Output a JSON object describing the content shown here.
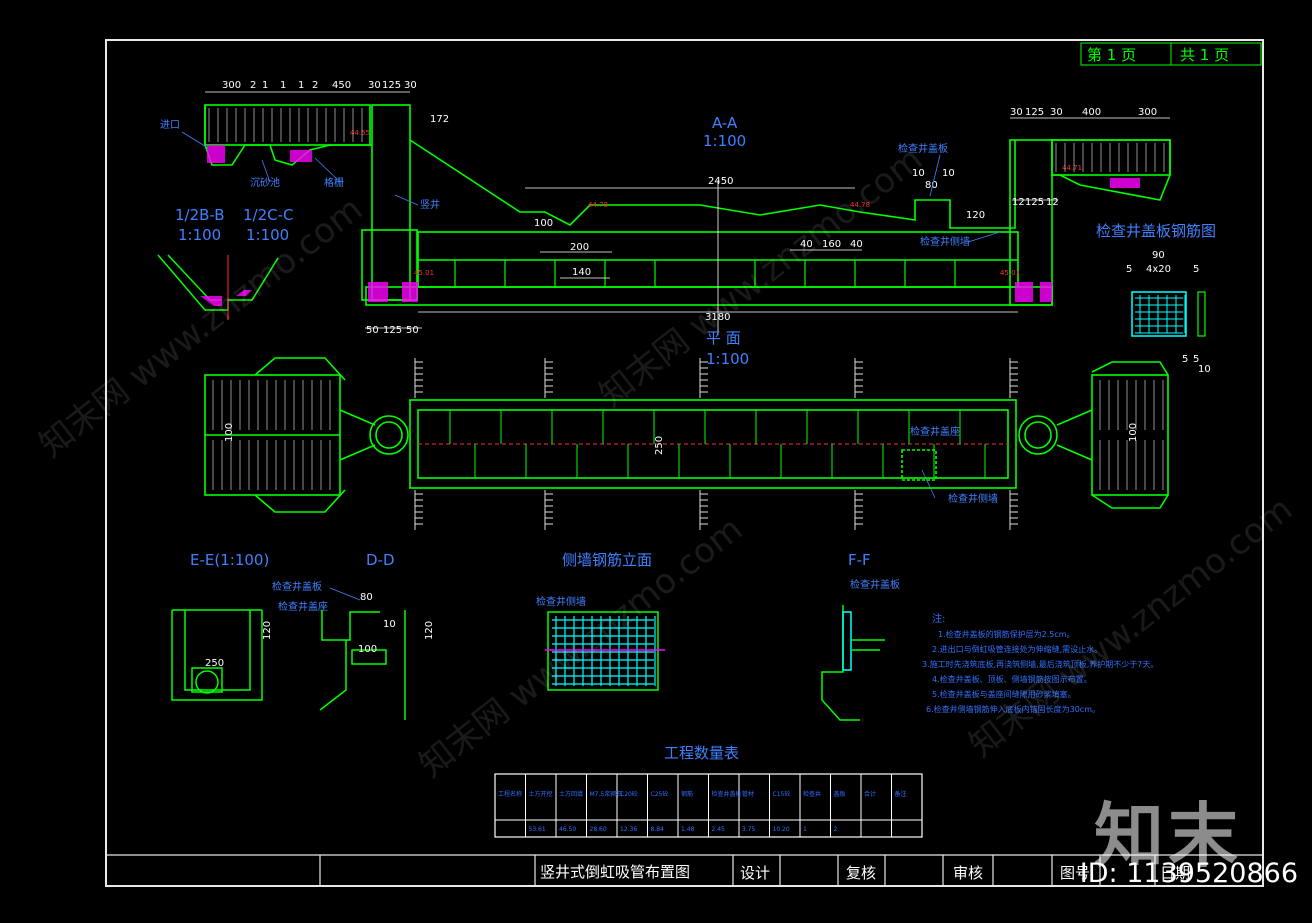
{
  "header": {
    "page_cell": "第  1  页",
    "total_cell": "共  1  页"
  },
  "views": {
    "section_aa": "A-A",
    "section_aa_scale": "1:100",
    "plan": "平  面",
    "plan_scale": "1:100",
    "bb": "1/2B-B",
    "bb_scale": "1:100",
    "cc": "1/2C-C",
    "cc_scale": "1:100",
    "ee": "E-E(1:100)",
    "dd": "D-D",
    "wall": "侧墙钢筋立面",
    "ff": "F-F",
    "cover": "检查井盖板钢筋图",
    "table_title": "工程数量表"
  },
  "dims": {
    "top_left": [
      "300",
      "2",
      "1",
      "1",
      "1",
      "2",
      "450",
      "30",
      "125",
      "30"
    ],
    "top_right": [
      "30",
      "125",
      "30",
      "400",
      "300"
    ],
    "length": "3180",
    "inner": "2450",
    "d200": "200",
    "d140": "140",
    "d160": "160",
    "d40a": "40",
    "d40b": "40",
    "d100": "100",
    "d120": "120",
    "d172": "172",
    "d250": "250",
    "d80": "80",
    "d10a": "10",
    "d10b": "10",
    "d90": "90",
    "d4x20": "4x20",
    "d5a": "5",
    "d5b": "5",
    "bottom_left": [
      "50",
      "125",
      "50"
    ],
    "bottom_right": [
      "12",
      "125",
      "12"
    ]
  },
  "elev": {
    "e1": "44.78",
    "e2": "45.01",
    "e3": "44.55",
    "e4": "44.71"
  },
  "labels": {
    "inlet": "进口",
    "sedi": "沉砂池",
    "filt": "格栅",
    "shaft": "竖井",
    "cover_plate": "检查井盖板",
    "side_wall": "检查井侧墙",
    "seat": "检查井盖座",
    "note_title": "注:"
  },
  "notes": [
    "1.检查井盖板的钢筋保护层为2.5cm。",
    "2.进出口与倒虹吸管连接处为伸缩缝,需设止水。",
    "3.施工时先浇筑底板,再浇筑侧墙,最后浇筑顶板,养护期不少于7天。",
    "4.检查井盖板、顶板、侧墙钢筋按图示布置。",
    "5.检查井盖板与盖座间缝隙用砂浆填塞。",
    "6.检查井侧墙钢筋伸入底板内锚固长度为30cm。"
  ],
  "table": {
    "headers": [
      "工程名称",
      "土方开挖",
      "土方回填",
      "M7.5浆砌石",
      "C20砼",
      "C25砼",
      "钢筋",
      "检查井盖板",
      "管材",
      "C15砼",
      "检查井",
      "盖板",
      "合计",
      "备注"
    ],
    "values": [
      "",
      "53.61",
      "46.50",
      "28.60",
      "12.36",
      "8.84",
      "1.48",
      "2.45",
      "3.75",
      "10.20",
      "1",
      "2",
      "",
      ""
    ]
  },
  "title_block": {
    "drawing_title": "竖井式倒虹吸管布置图",
    "design": "设计",
    "check": "复核",
    "review": "审核",
    "fig_no": "图号",
    "date": "日期"
  },
  "watermark": {
    "text": "知末网 www.znzmo.com",
    "brand": "知末",
    "id": "ID: 1139520866"
  }
}
